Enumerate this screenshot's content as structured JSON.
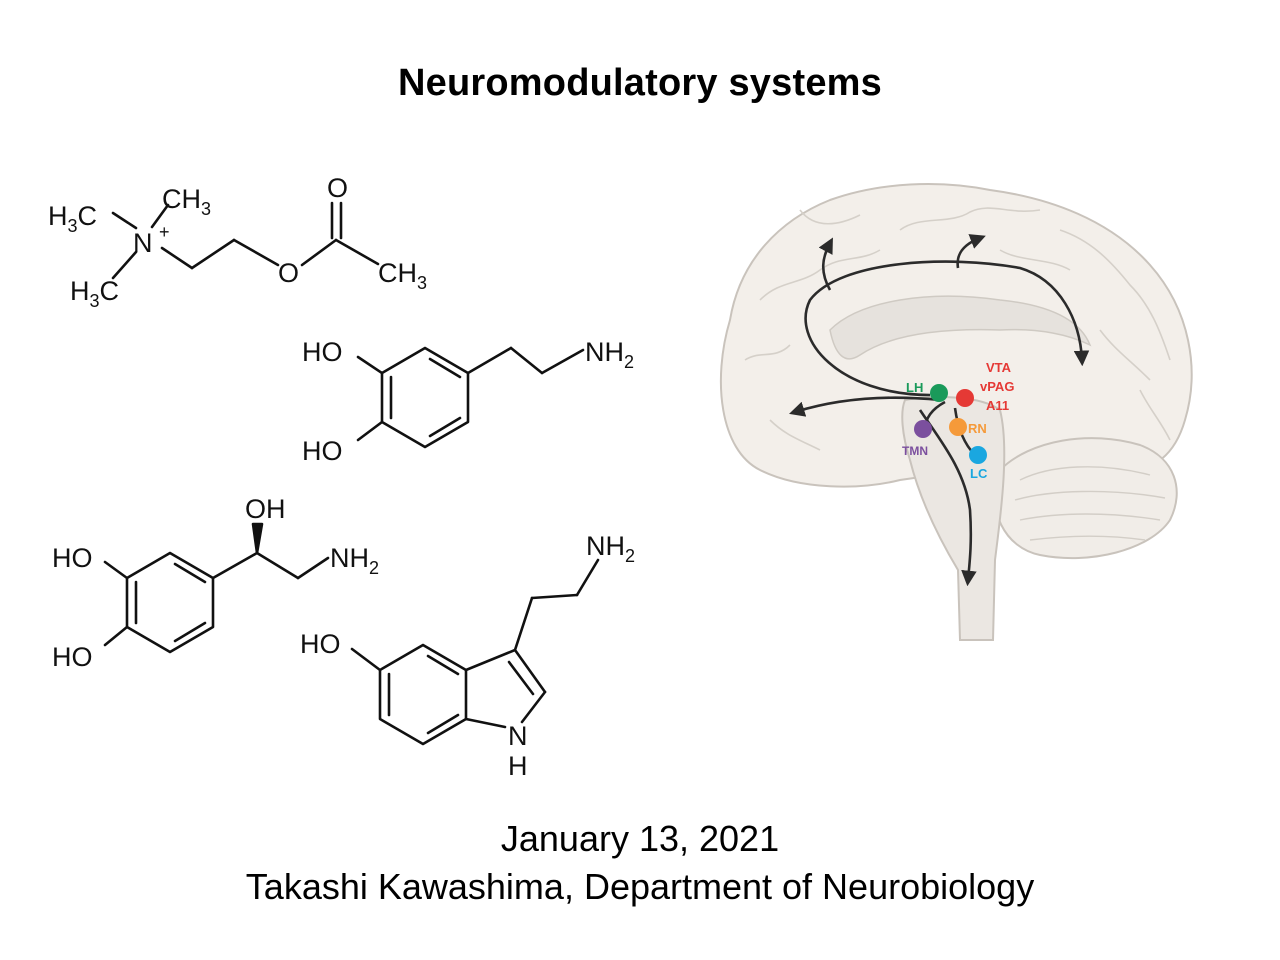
{
  "slide": {
    "title": "Neuromodulatory systems",
    "date": "January 13, 2021",
    "author_line": "Takashi Kawashima, Department of Neurobiology"
  },
  "molecules": {
    "acetylcholine": {
      "atoms": {
        "h3c_top": "H",
        "h3c_top_sub": "3",
        "h3c_top_c": "C",
        "ch3_top": "CH",
        "ch3_top_sub": "3",
        "n": "N",
        "n_charge": "+",
        "h3c_bot": "H",
        "h3c_bot_sub": "3",
        "h3c_bot_c": "C",
        "o_ester": "O",
        "o_carbonyl": "O",
        "ch3_right": "CH",
        "ch3_right_sub": "3"
      }
    },
    "dopamine": {
      "atoms": {
        "ho_top": "HO",
        "ho_bot": "HO",
        "nh2": "NH",
        "nh2_sub": "2"
      }
    },
    "norepinephrine": {
      "atoms": {
        "oh": "OH",
        "ho_top": "HO",
        "ho_bot": "HO",
        "nh2": "NH",
        "nh2_sub": "2"
      }
    },
    "serotonin": {
      "atoms": {
        "nh2": "NH",
        "nh2_sub": "2",
        "ho": "HO",
        "n": "N",
        "h": "H"
      }
    }
  },
  "brain": {
    "nuclei": [
      {
        "label": "LH",
        "color": "#1a9a5a"
      },
      {
        "label": "VTA",
        "color": "#e53935"
      },
      {
        "label": "vPAG",
        "color": "#e53935"
      },
      {
        "label": "A11",
        "color": "#e53935"
      },
      {
        "label": "RN",
        "color": "#f59a3a"
      },
      {
        "label": "TMN",
        "color": "#7b4f9e"
      },
      {
        "label": "LC",
        "color": "#1aa7e0"
      }
    ]
  }
}
